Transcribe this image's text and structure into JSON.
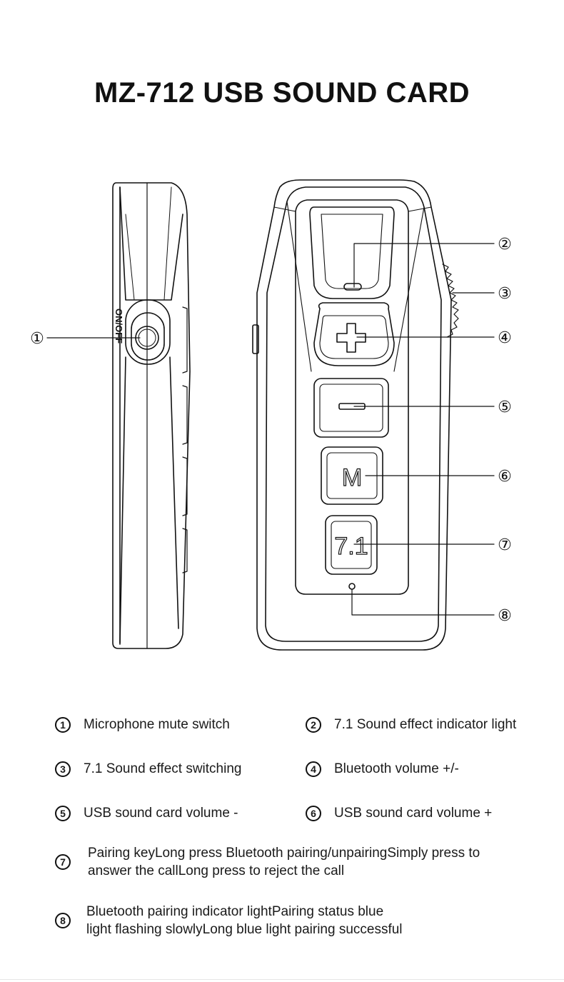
{
  "title": "MZ-712 USB SOUND CARD",
  "device": {
    "side_label": "ON/OFF",
    "button_labels": {
      "plus": "+",
      "minus": "−",
      "mode": "M",
      "surround": "7.1"
    },
    "callouts": [
      "①",
      "②",
      "③",
      "④",
      "⑤",
      "⑥",
      "⑦",
      "⑧"
    ]
  },
  "legend": [
    {
      "num": "1",
      "text": "Microphone mute switch"
    },
    {
      "num": "2",
      "text": "7.1 Sound effect indicator light"
    },
    {
      "num": "3",
      "text": "7.1 Sound effect switching"
    },
    {
      "num": "4",
      "text": "Bluetooth volume +/-"
    },
    {
      "num": "5",
      "text": "USB sound card volume -"
    },
    {
      "num": "6",
      "text": "USB sound card volume +"
    },
    {
      "num": "7",
      "line1": "Pairing keyLong press Bluetooth pairing/unpairingSimply press to",
      "line2": "answer the callLong press to reject the call"
    },
    {
      "num": "8",
      "line1": "Bluetooth pairing indicator lightPairing status blue",
      "line2": "light flashing slowlyLong blue light pairing successful"
    }
  ]
}
